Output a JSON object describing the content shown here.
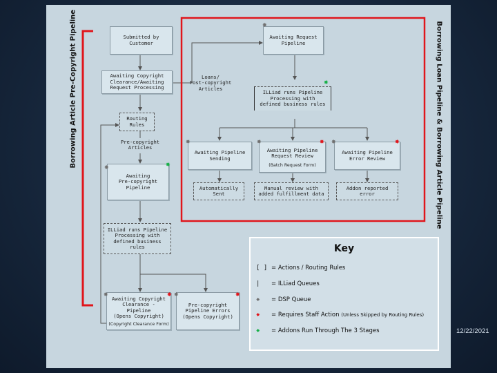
{
  "colors": {
    "panel": "#c7d6df",
    "red_outline": "#e0151b",
    "green_star": "#18b048",
    "red_star": "#e0151b",
    "grey_star": "#707070"
  },
  "labels": {
    "left_pipeline": "Borrowing Article Pre-Copyright Pipeline",
    "right_pipeline": "Borrowing Loan Pipeline  &  Borrowing Article Pipeline"
  },
  "nodes": {
    "submitted": "Submitted by\nCustomer",
    "awaiting_copyright_clearance": "Awaiting Copyright\nClearance/Awaiting\nRequest Processing",
    "routing_rules": "Routing\nRules",
    "precopyright_articles": "Pre-copyright\nArticles",
    "awaiting_precopyright": "Awaiting\nPre-copyright\nPipeline",
    "illiad_runs_left": "ILLiad runs Pipeline\nProcessing with\ndefined business\nrules",
    "awaiting_cc_pipeline": "Awaiting Copyright\nClearance -\nPipeline\n(Opens Copyright)",
    "cc_form": "(Copyright Clearance Form)",
    "precopyright_errors": "Pre-copyright\nPipeline Errors\n(Opens Copyright)",
    "awaiting_request": "Awaiting Request\nPipeline",
    "loans_label": "Loans/\nPost-copyright\nArticles",
    "illiad_runs_right": "ILLiad runs Pipeline\nProcessing with\ndefined business rules",
    "awaiting_sending": "Awaiting Pipeline\nSending",
    "awaiting_review": "Awaiting Pipeline\nRequest Review",
    "batch_request": "(Batch Request Form)",
    "awaiting_error_review": "Awaiting Pipeline\nError Review",
    "auto_sent": "Automatically\nSent",
    "manual_review": "Manual review with\nadded fulfillment data",
    "addon_error": "Addon reported\nerror"
  },
  "key": {
    "title": "Key",
    "items": [
      {
        "symbol": "[ ]",
        "text": "= Actions / Routing Rules",
        "note": ""
      },
      {
        "symbol": "|",
        "text": "= ILLiad Queues",
        "note": ""
      },
      {
        "symbol": "✸",
        "text": "= DSP Queue",
        "note": ""
      },
      {
        "symbol": "✸",
        "text": "= Requires Staff Action",
        "note": "(Unless Skipped by Routing Rules)"
      },
      {
        "symbol": "✸",
        "text": "= Addons Run Through The 3 Stages",
        "note": ""
      }
    ]
  },
  "date": "12/22/2021"
}
